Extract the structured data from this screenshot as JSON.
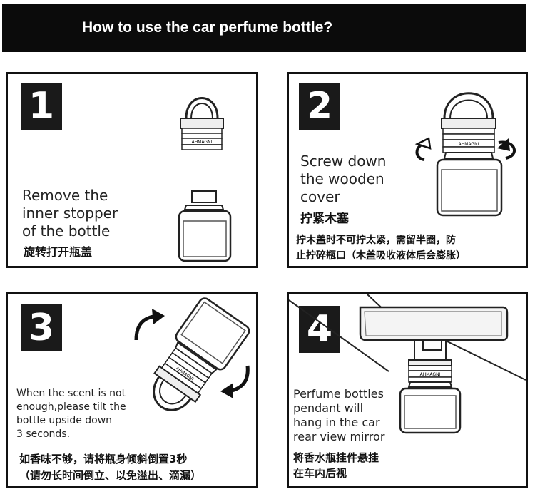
{
  "header": {
    "title": "How to use the car perfume bottle?"
  },
  "steps": [
    {
      "number": "1",
      "text_en_lines": [
        "Remove the",
        "inner stopper",
        "of the bottle"
      ],
      "text_cn": "旋转打开瓶盖"
    },
    {
      "number": "2",
      "text_en_lines": [
        "Screw down",
        "the wooden",
        "cover"
      ],
      "text_cn": "拧紧木塞",
      "note_cn_lines": [
        "拧木盖时不可拧太紧，需留半圈，防",
        "止拧碎瓶口（木盖吸收液体后会膨胀）"
      ]
    },
    {
      "number": "3",
      "text_en_lines": [
        "When the scent is not",
        "enough,please tilt the",
        "bottle upside down",
        "3 seconds."
      ],
      "note_cn_lines": [
        "如香味不够，请将瓶身倾斜倒置3秒",
        "（请勿长时间倒立、以免溢出、滴漏）"
      ]
    },
    {
      "number": "4",
      "text_en_lines": [
        "Perfume bottles",
        "pendant will",
        "hang in the car",
        "rear view mirror"
      ],
      "note_cn_lines": [
        "将香水瓶挂件悬挂",
        "在车内后视"
      ]
    }
  ],
  "brand": "AHMAGNI"
}
